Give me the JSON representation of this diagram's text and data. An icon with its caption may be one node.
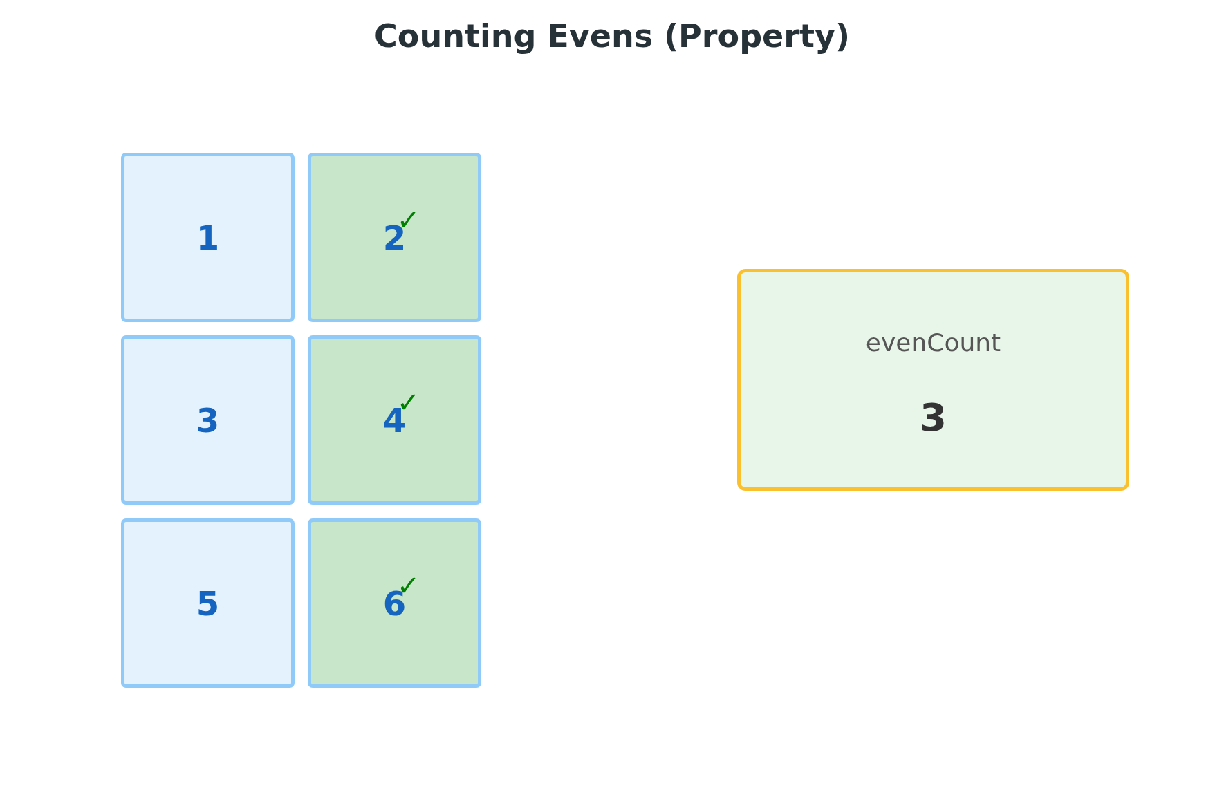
{
  "diagram": {
    "title": "Counting Evens (Property)",
    "nodes": [
      {
        "text": [
          "1"
        ]
      },
      {
        "text": [
          "2",
          "✓"
        ]
      },
      {
        "text": [
          "3"
        ]
      },
      {
        "text": [
          "4",
          "✓"
        ]
      },
      {
        "text": [
          "5"
        ]
      },
      {
        "text": [
          "6",
          "✓"
        ]
      },
      {
        "text": [
          "evenCount",
          "3"
        ]
      }
    ]
  }
}
